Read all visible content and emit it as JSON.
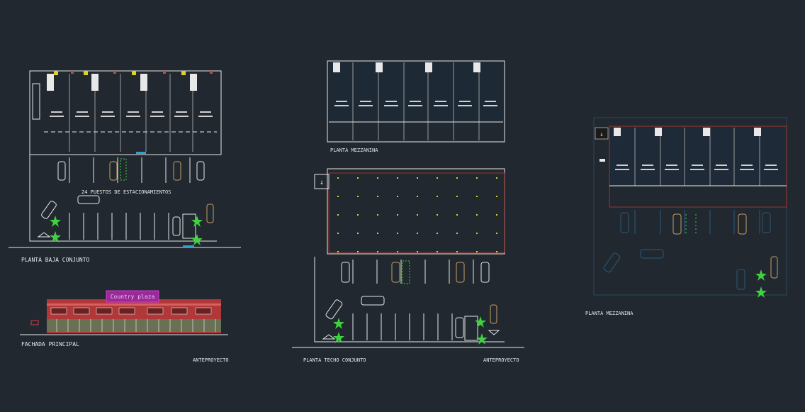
{
  "drawings": {
    "ground_plan": {
      "label": "PLANTA BAJA CONJUNTO",
      "parking_label": "24 PUESTOS DE ESTACIONAMIENTOS"
    },
    "facade": {
      "label": "FACHADA PRINCIPAL",
      "sign_text": "Country plaza"
    },
    "mezzanine_top": {
      "label": "PLANTA MEZZANINA"
    },
    "roof_plan": {
      "label": "PLANTA TECHO CONJUNTO"
    },
    "mezzanine_right": {
      "label": "PLANTA MEZZANINA"
    },
    "stamps": {
      "left": "ANTEPROYECTO",
      "center": "ANTEPROYECTO"
    }
  },
  "colors": {
    "background": "#212830",
    "line_white": "#e8e8e8",
    "line_red": "#c0392b",
    "tree_green": "#3fd13f",
    "car_tan": "#c8a060",
    "facade_brick": "#b03838",
    "sign_magenta": "#d040d0",
    "glass_green": "#2f9e6a",
    "cyan": "#30a0d0",
    "yellow": "#e0d020"
  }
}
